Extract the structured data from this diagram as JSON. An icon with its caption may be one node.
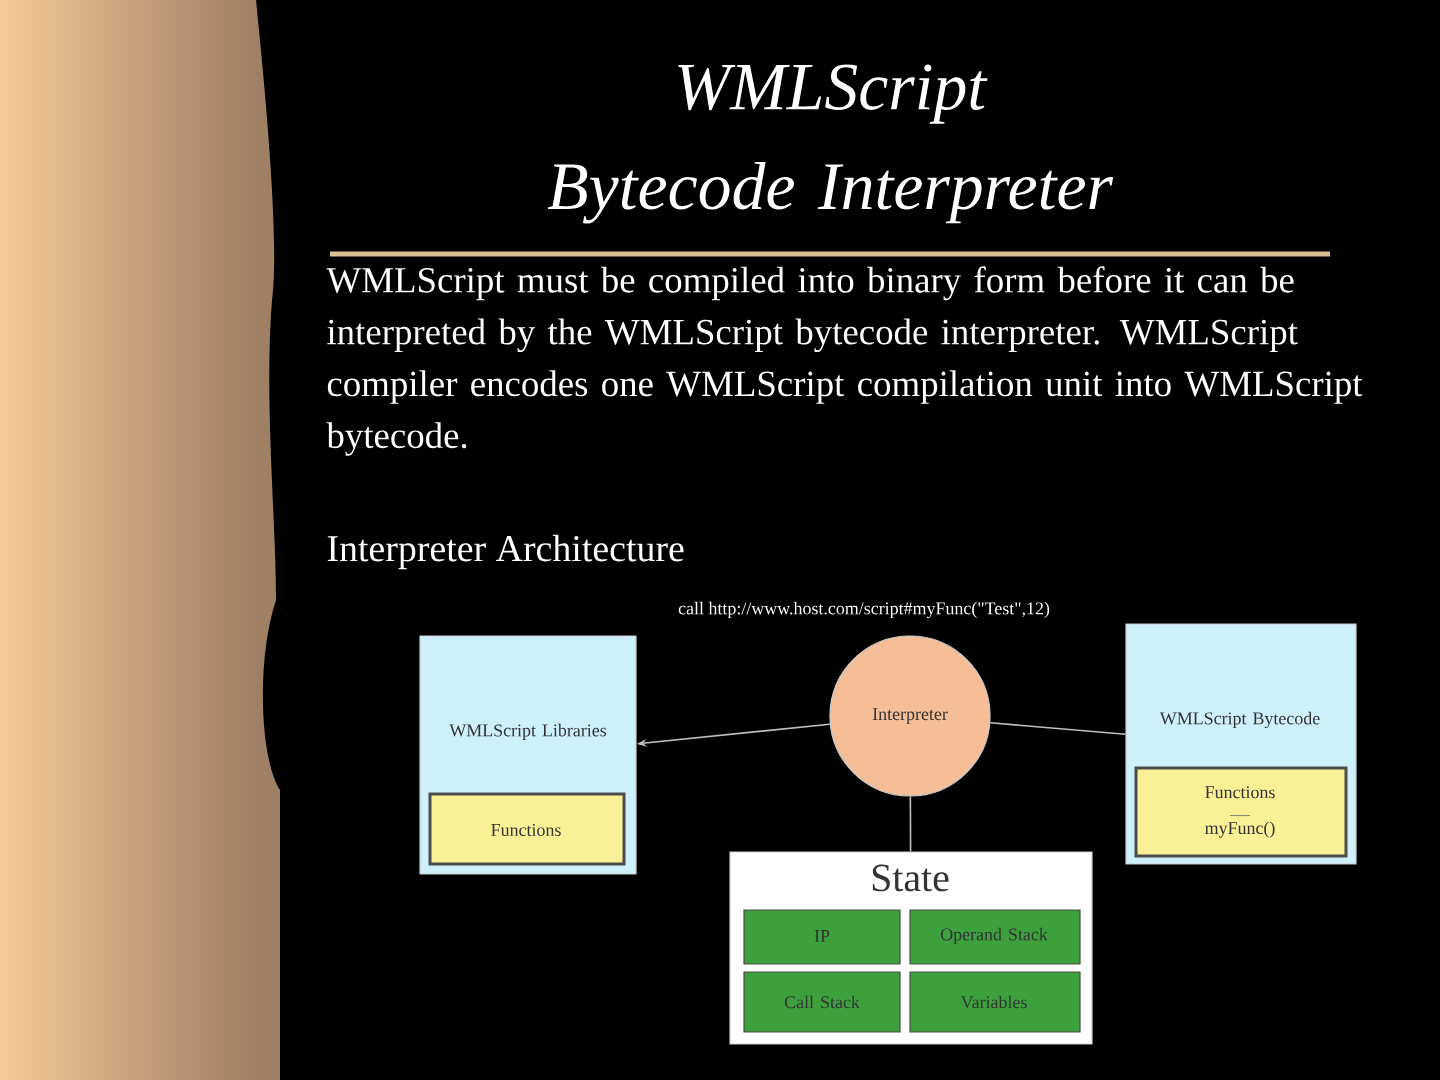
{
  "diagram": {
    "title": "WMLScript Bytecode Interpreter",
    "nodes": [
      {
        "text": [
          "WMLScript Libraries"
        ]
      },
      {
        "text": [
          "Functions"
        ],
        "in": 0
      },
      {
        "text": [
          "Interpreter"
        ]
      },
      {
        "text": [
          "WMLScript Bytecode"
        ]
      },
      {
        "text": [
          "Functions",
          "myFunc()"
        ],
        "in": 3
      },
      {
        "text": [
          "State"
        ]
      },
      {
        "text": [
          "IP"
        ],
        "in": 5
      },
      {
        "text": [
          "Operand Stack"
        ],
        "in": 5
      },
      {
        "text": [
          "Call Stack"
        ],
        "in": 5
      },
      {
        "text": [
          "Variables"
        ],
        "in": 5
      }
    ],
    "edges": [
      {
        "from": 2,
        "to": 0,
        "arrow": "to"
      },
      {
        "from": 3,
        "to": 2,
        "arrow": "none"
      },
      {
        "from": 2,
        "to": 5,
        "arrow": "none"
      }
    ],
    "labels": [
      "WMLScript must be compiled into binary form before it can be interpreted by the WMLScript bytecode interpreter. WMLScript compiler encodes one WMLScript compilation unit into WMLScript bytecode.",
      "Interpreter Architecture",
      "call http://www.host.com/script#myFunc(\"Test\",12)"
    ]
  }
}
